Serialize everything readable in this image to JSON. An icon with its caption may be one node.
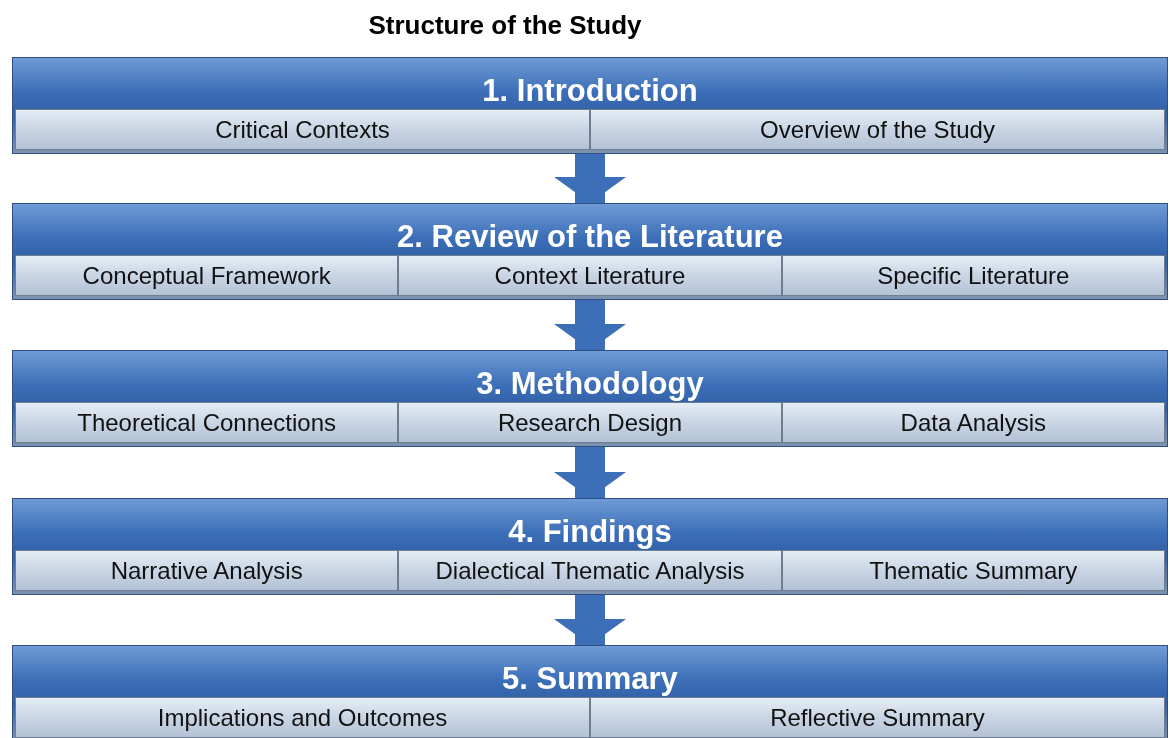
{
  "diagram": {
    "title": "Structure of the Study",
    "nodes": [
      {
        "text": [
          "1.  Introduction"
        ]
      },
      {
        "text": [
          "Critical Contexts"
        ],
        "in": 0
      },
      {
        "text": [
          "Overview of the Study"
        ],
        "in": 0
      },
      {
        "text": [
          "2. Review of the Literature"
        ]
      },
      {
        "text": [
          "Conceptual Framework"
        ],
        "in": 3
      },
      {
        "text": [
          "Context Literature"
        ],
        "in": 3
      },
      {
        "text": [
          "Specific Literature"
        ],
        "in": 3
      },
      {
        "text": [
          "3. Methodology"
        ]
      },
      {
        "text": [
          "Theoretical Connections"
        ],
        "in": 7
      },
      {
        "text": [
          "Research Design"
        ],
        "in": 7
      },
      {
        "text": [
          "Data Analysis"
        ],
        "in": 7
      },
      {
        "text": [
          "4. Findings"
        ]
      },
      {
        "text": [
          "Narrative Analysis"
        ],
        "in": 11
      },
      {
        "text": [
          "Dialectical Thematic Analysis"
        ],
        "in": 11
      },
      {
        "text": [
          "Thematic Summary"
        ],
        "in": 11
      },
      {
        "text": [
          "5. Summary"
        ]
      },
      {
        "text": [
          "Implications and Outcomes"
        ],
        "in": 15
      },
      {
        "text": [
          "Reflective Summary"
        ],
        "in": 15
      }
    ],
    "edges": [
      {
        "from": 0,
        "to": 3,
        "arrow": "to"
      },
      {
        "from": 3,
        "to": 7,
        "arrow": "to"
      },
      {
        "from": 7,
        "to": 11,
        "arrow": "to"
      },
      {
        "from": 11,
        "to": 15,
        "arrow": "to"
      }
    ]
  }
}
